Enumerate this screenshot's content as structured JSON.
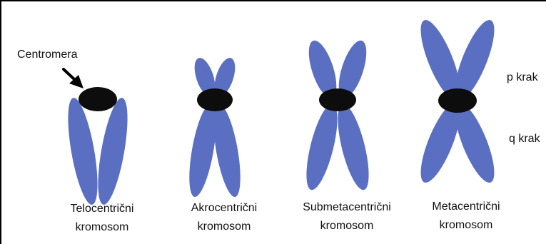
{
  "labels": {
    "centromere": "Centromera",
    "p_arm": "p krak",
    "q_arm": "q krak"
  },
  "chromosomes": [
    {
      "line1": "Telocentrični",
      "line2": "kromosom"
    },
    {
      "line1": "Akrocentrični",
      "line2": "kromosom"
    },
    {
      "line1": "Submetacentrični",
      "line2": "kromosom"
    },
    {
      "line1": "Metacentrični",
      "line2": "kromosom"
    }
  ],
  "colors": {
    "chromatid": "#5a6fc2",
    "centromere": "#0d0d0d",
    "border": "#000000",
    "text": "#111111"
  }
}
